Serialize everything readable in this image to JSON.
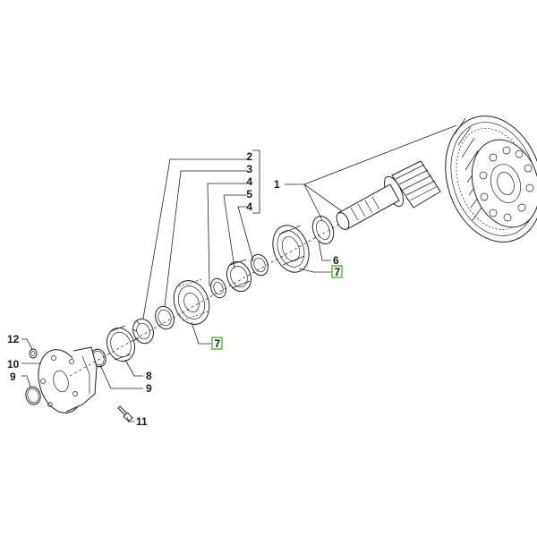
{
  "callouts": {
    "c1": "1",
    "c2": "2",
    "c3": "3",
    "c4a": "4",
    "c5": "5",
    "c4b": "4",
    "c6": "6",
    "c7a": "7",
    "c7b": "7",
    "c8": "8",
    "c9a": "9",
    "c9b": "9",
    "c10": "10",
    "c11": "11",
    "c12": "12"
  },
  "colors": {
    "highlight_box": "#6cc04a",
    "line": "#222222"
  }
}
